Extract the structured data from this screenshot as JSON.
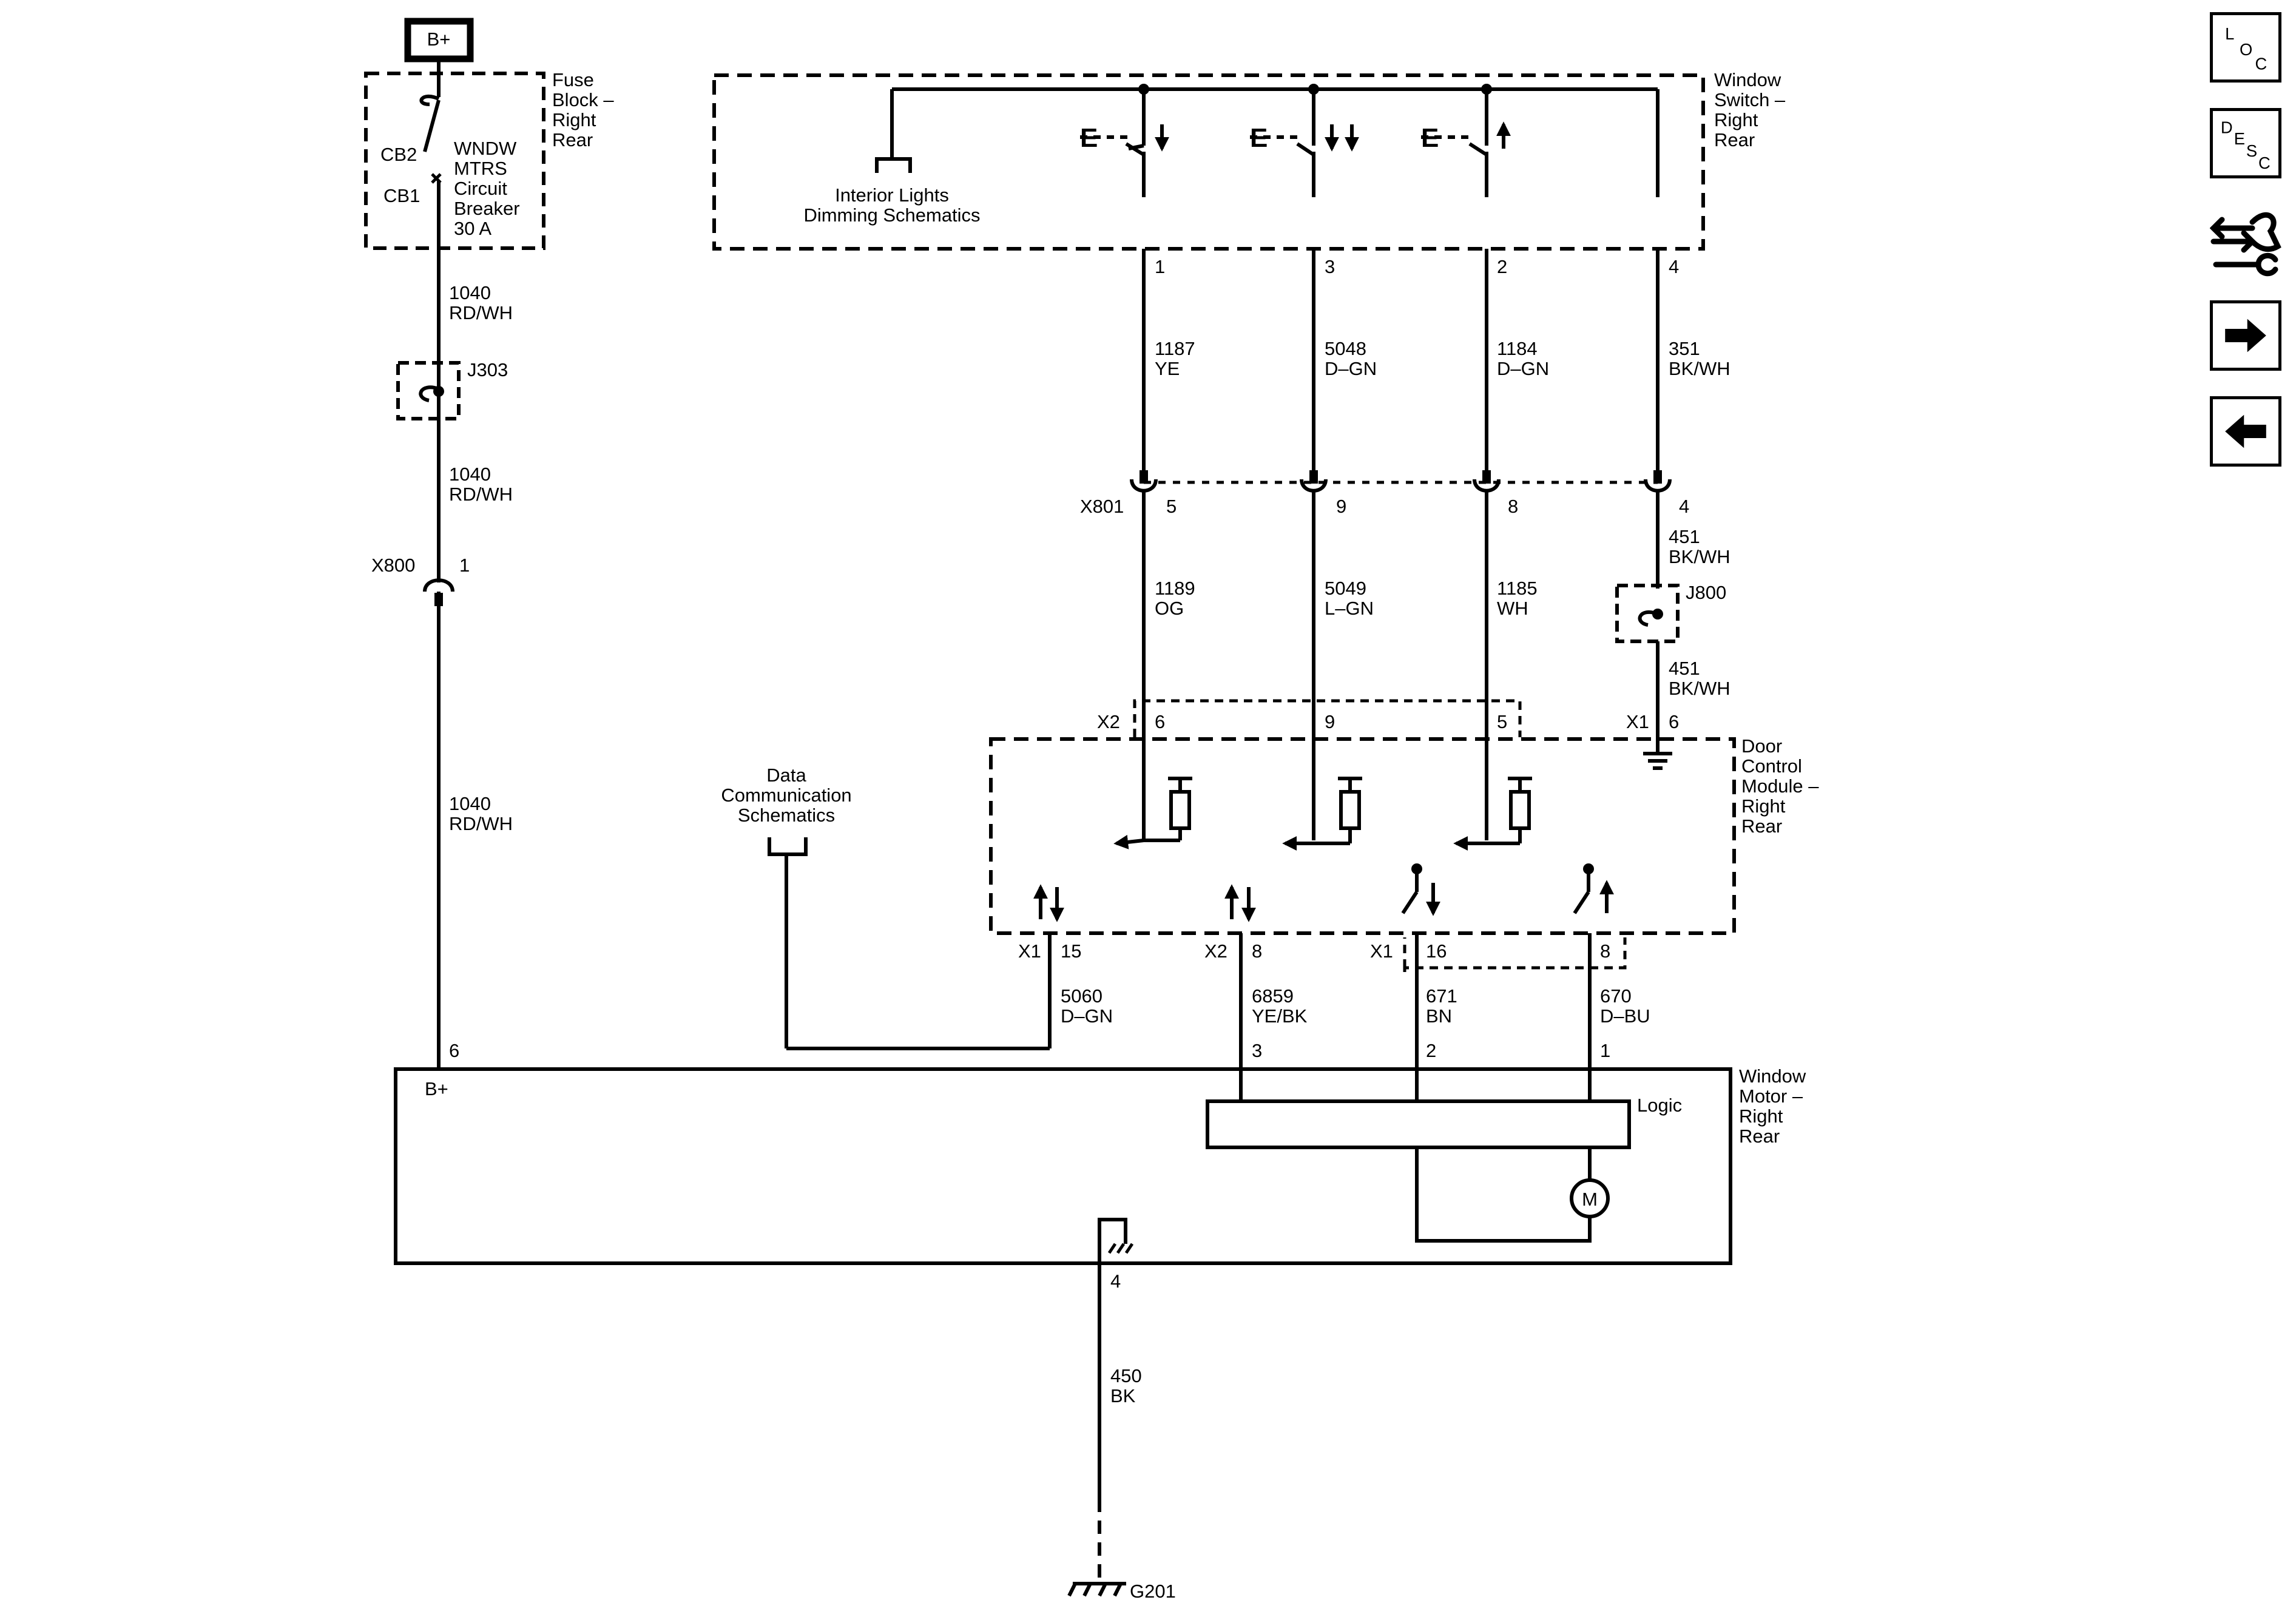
{
  "power": {
    "label": "B+"
  },
  "fuse_block": {
    "name": [
      "Fuse",
      "Block –",
      "Right",
      "Rear"
    ],
    "cb2": "CB2",
    "cb1": "CB1",
    "breaker": [
      "WNDW",
      "MTRS",
      "Circuit",
      "Breaker",
      "30 A"
    ]
  },
  "window_switch": {
    "name": [
      "Window",
      "Switch –",
      "Right",
      "Rear"
    ],
    "interior_link": [
      "Interior Lights",
      "Dimming Schematics"
    ],
    "switch_letter": "E",
    "pins": [
      "1",
      "3",
      "2",
      "4"
    ]
  },
  "wires": {
    "w1040a": [
      "1040",
      "RD/WH"
    ],
    "w1040b": [
      "1040",
      "RD/WH"
    ],
    "w1040c": [
      "1040",
      "RD/WH"
    ],
    "w1187": [
      "1187",
      "YE"
    ],
    "w5048": [
      "5048",
      "D–GN"
    ],
    "w1184": [
      "1184",
      "D–GN"
    ],
    "w351": [
      "351",
      "BK/WH"
    ],
    "w1189": [
      "1189",
      "OG"
    ],
    "w5049": [
      "5049",
      "L–GN"
    ],
    "w1185": [
      "1185",
      "WH"
    ],
    "w451a": [
      "451",
      "BK/WH"
    ],
    "w451b": [
      "451",
      "BK/WH"
    ],
    "w5060": [
      "5060",
      "D–GN"
    ],
    "w6859": [
      "6859",
      "YE/BK"
    ],
    "w671": [
      "671",
      "BN"
    ],
    "w670": [
      "670",
      "D–BU"
    ],
    "w450": [
      "450",
      "BK"
    ]
  },
  "splices": {
    "j303": "J303",
    "j800": "J800"
  },
  "connectors": {
    "x800": {
      "name": "X800",
      "pin": "1"
    },
    "x801": {
      "name": "X801",
      "pins": [
        "5",
        "9",
        "8",
        "4"
      ]
    },
    "dcm_top": {
      "x2": "X2",
      "x2_pins": [
        "6",
        "9",
        "5"
      ],
      "x1": "X1",
      "x1_pin": "6"
    },
    "dcm_bottom": {
      "x1a": "X1",
      "pin15": "15",
      "x2": "X2",
      "pin8": "8",
      "x1b": "X1",
      "pin16": "16",
      "pin8b": "8"
    }
  },
  "dcm": {
    "name": [
      "Door",
      "Control",
      "Module –",
      "Right",
      "Rear"
    ]
  },
  "data_comm": {
    "label": [
      "Data",
      "Communication",
      "Schematics"
    ]
  },
  "motor": {
    "name": [
      "Window",
      "Motor –",
      "Right",
      "Rear"
    ],
    "bplus": "B+",
    "logic": "Logic",
    "motor_symbol": "M",
    "pins": {
      "p6": "6",
      "p3": "3",
      "p2": "2",
      "p1": "1",
      "p4": "4"
    }
  },
  "ground": {
    "label": "G201"
  },
  "nav": {
    "loc": [
      "L",
      "O",
      "C"
    ],
    "desc": [
      "D",
      "E",
      "S",
      "C"
    ],
    "icons": [
      "connector-repair-icon",
      "arrow-right-icon",
      "arrow-left-icon"
    ]
  }
}
